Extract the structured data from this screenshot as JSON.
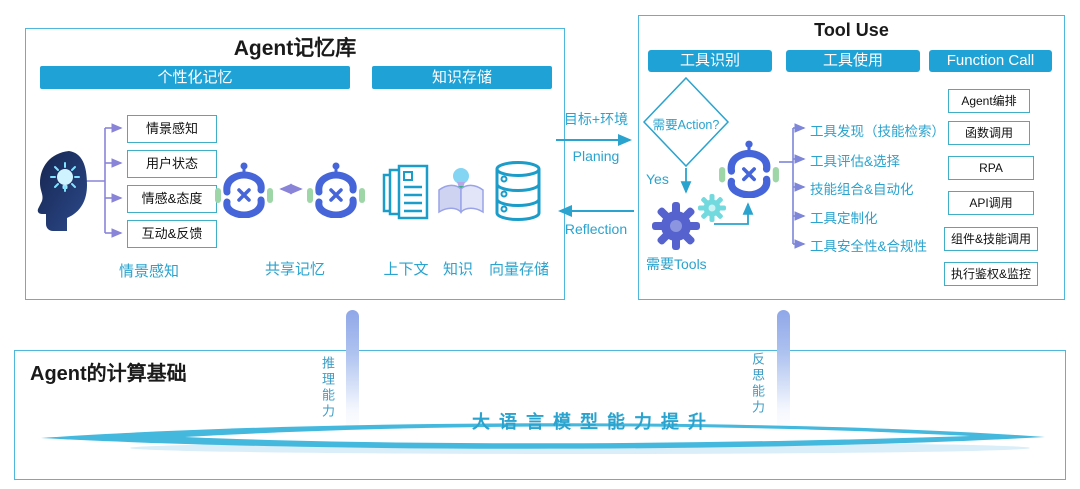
{
  "memory_box": {
    "title": "Agent记忆库",
    "personal_header": "个性化记忆",
    "knowledge_header": "知识存储",
    "perception_items": [
      "情景感知",
      "用户状态",
      "情感&态度",
      "互动&反馈"
    ],
    "perception_label": "情景感知",
    "shared_label": "共享记忆",
    "context_label": "上下文",
    "knowledge_label": "知识",
    "vector_label": "向量存储"
  },
  "flow": {
    "goal_env": "目标+环境",
    "planing": "Planing",
    "reflection": "Reflection"
  },
  "tool_box": {
    "title": "Tool Use",
    "headers": [
      "工具识别",
      "工具使用",
      "Function Call"
    ],
    "decision": "需要Action?",
    "yes_label": "Yes",
    "tools_label": "需要Tools",
    "capabilities": [
      "工具发现（技能检索）",
      "工具评估&选择",
      "技能组合&自动化",
      "工具定制化",
      "工具安全性&合规性"
    ],
    "call_types": [
      "Agent编排",
      "函数调用",
      "RPA",
      "API调用",
      "组件&技能调用",
      "执行鉴权&监控"
    ]
  },
  "foundation": {
    "title": "Agent的计算基础",
    "reasoning_label": "推理能力",
    "reflection_label": "反思能力",
    "llm_label": "大 语 言 模 型 能 力 提 升"
  },
  "colors": {
    "cyan": "#1FA3D7",
    "teal_border": "#3FAEC6",
    "purple": "#8A84D8",
    "indigo": "#7D86D8",
    "label_cyan": "#2AA3CE"
  }
}
